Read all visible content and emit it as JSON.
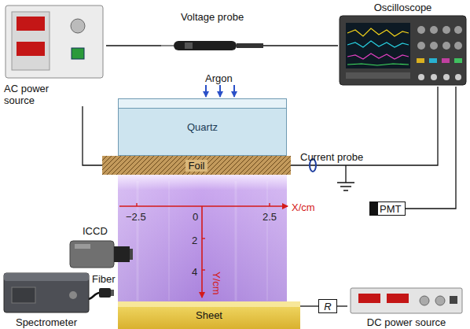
{
  "diagram": {
    "nodes": [
      {
        "text": [
          "AC power source"
        ]
      },
      {
        "text": [
          "Voltage probe"
        ]
      },
      {
        "text": [
          "Oscilloscope"
        ]
      },
      {
        "text": [
          "Quartz"
        ]
      },
      {
        "text": [
          "Foil"
        ]
      },
      {
        "text": [
          "PMT"
        ]
      },
      {
        "text": [
          "ICCD"
        ]
      },
      {
        "text": [
          "Spectrometer"
        ]
      },
      {
        "text": [
          "Sheet"
        ]
      },
      {
        "text": [
          "R"
        ]
      },
      {
        "text": [
          "DC power source"
        ]
      }
    ],
    "edges": [
      {
        "from": 0,
        "to": 1,
        "arrow": "none"
      },
      {
        "from": 1,
        "to": 2,
        "arrow": "none"
      },
      {
        "from": 0,
        "to": 4,
        "arrow": "none"
      },
      {
        "from": 4,
        "to": 2,
        "arrow": "none"
      },
      {
        "from": 5,
        "to": 2,
        "arrow": "none"
      },
      {
        "from": 8,
        "to": 9,
        "arrow": "none"
      },
      {
        "from": 9,
        "to": 10,
        "arrow": "none"
      }
    ],
    "labels": [
      "Argon",
      "Current probe",
      "Fiber",
      "X/cm",
      "−2.5",
      "0",
      "2.5",
      "Y/cm",
      "2",
      "4"
    ]
  }
}
